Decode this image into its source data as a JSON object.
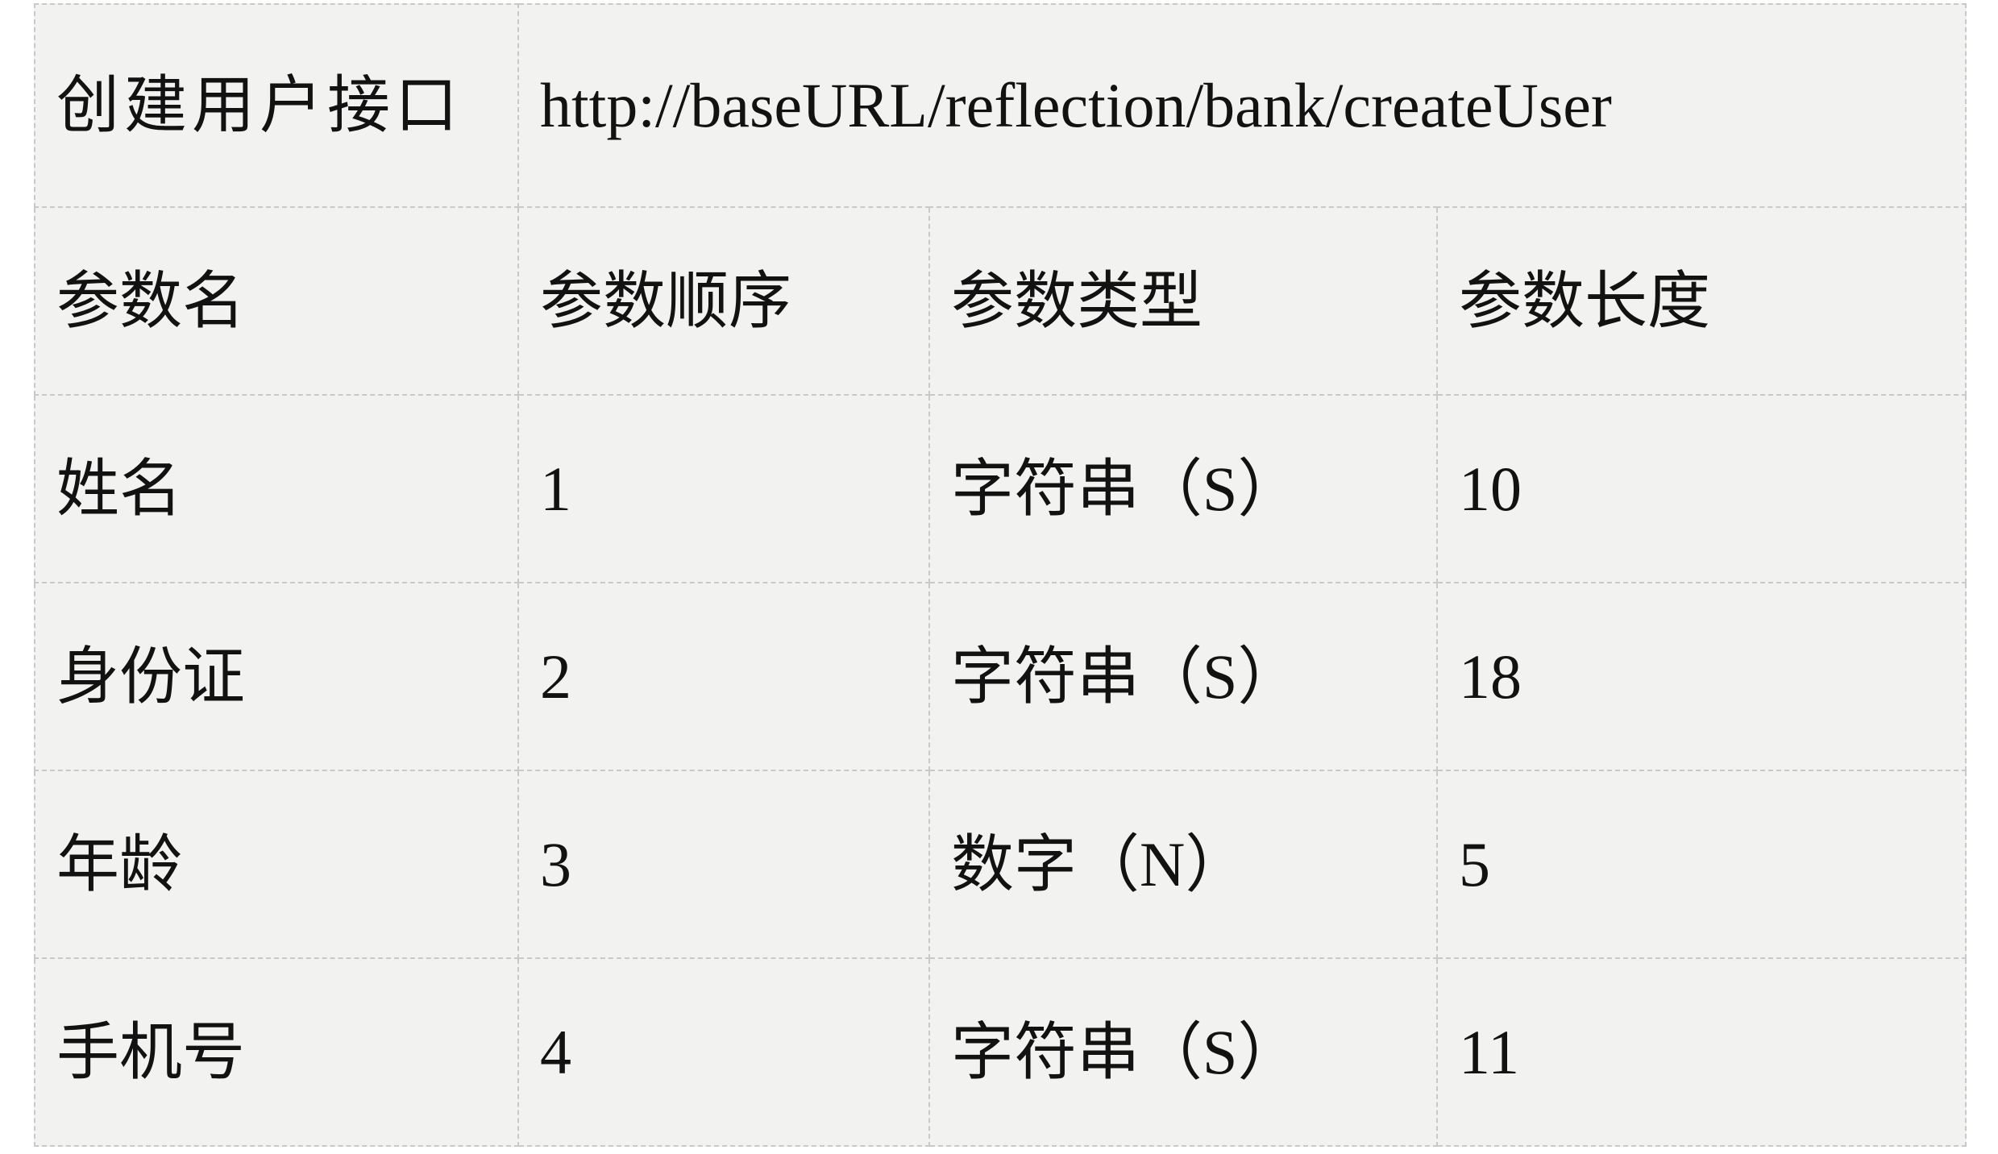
{
  "colors": {
    "page_background": "#ffffff",
    "cell_background": "#f2f2f1",
    "border": "#c9c9c9",
    "text": "#121212"
  },
  "api_table": {
    "title_row": {
      "label": "创建用户接口",
      "url": "http://baseURL/reflection/bank/createUser"
    },
    "columns": [
      "参数名",
      "参数顺序",
      "参数类型",
      "参数长度"
    ],
    "rows": [
      {
        "name": "姓名",
        "order": "1",
        "type": "字符串（S）",
        "length": "10"
      },
      {
        "name": "身份证",
        "order": "2",
        "type": "字符串（S）",
        "length": "18"
      },
      {
        "name": "年龄",
        "order": "3",
        "type": "数字（N）",
        "length": "5"
      },
      {
        "name": "手机号",
        "order": "4",
        "type": "字符串（S）",
        "length": "11"
      }
    ]
  }
}
